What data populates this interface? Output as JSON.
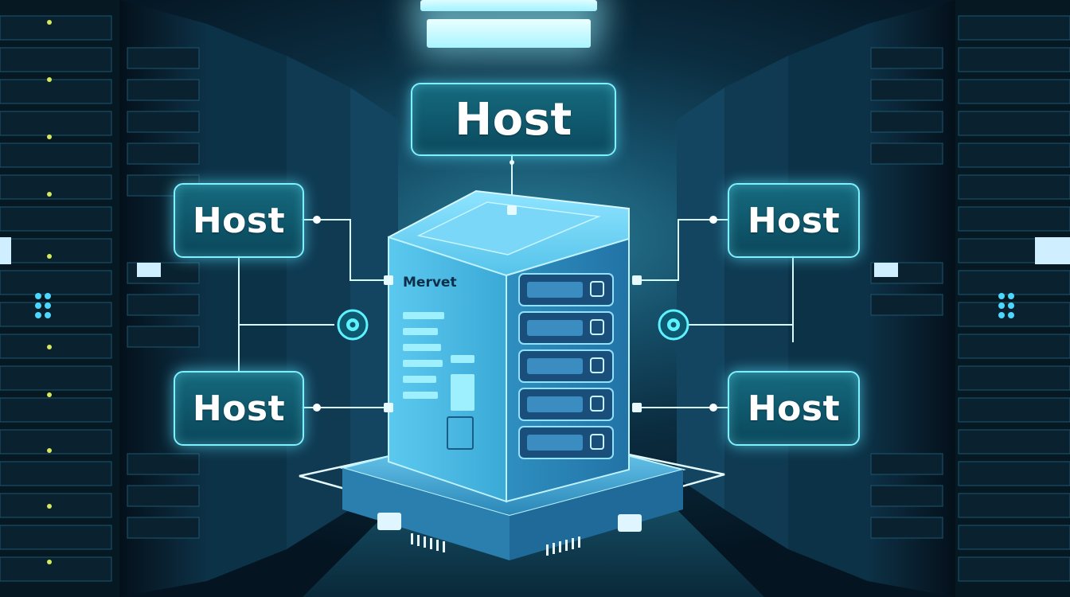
{
  "scene": {
    "description_tags": [
      "data-center",
      "server-rack-corridor",
      "network-diagram-overlay"
    ]
  },
  "hosts": {
    "top": "Host",
    "left_upper": "Host",
    "left_lower": "Host",
    "right_upper": "Host",
    "right_lower": "Host"
  },
  "server": {
    "label": "Mervet"
  },
  "colors": {
    "accent_cyan": "#7ff0ff",
    "panel_teal": "#11627a",
    "server_blue": "#3aa9d6",
    "background_dark": "#041018"
  }
}
